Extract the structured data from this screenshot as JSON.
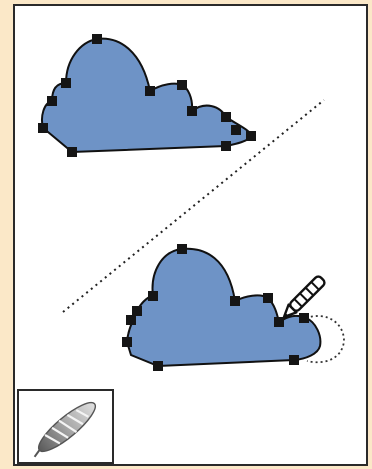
{
  "colors": {
    "background": "#fbe8c8",
    "cloud_fill": "#6e93c6",
    "outline": "#111111",
    "anchor": "#151515"
  },
  "canvas": {
    "illustration": "two-cloud-shapes-with-anchor-points",
    "divider": "dotted-diagonal-line",
    "active_tool": "smooth-tool-pencil"
  },
  "tool_panel": {
    "icon": "smooth-tool-icon",
    "state": "selected"
  }
}
